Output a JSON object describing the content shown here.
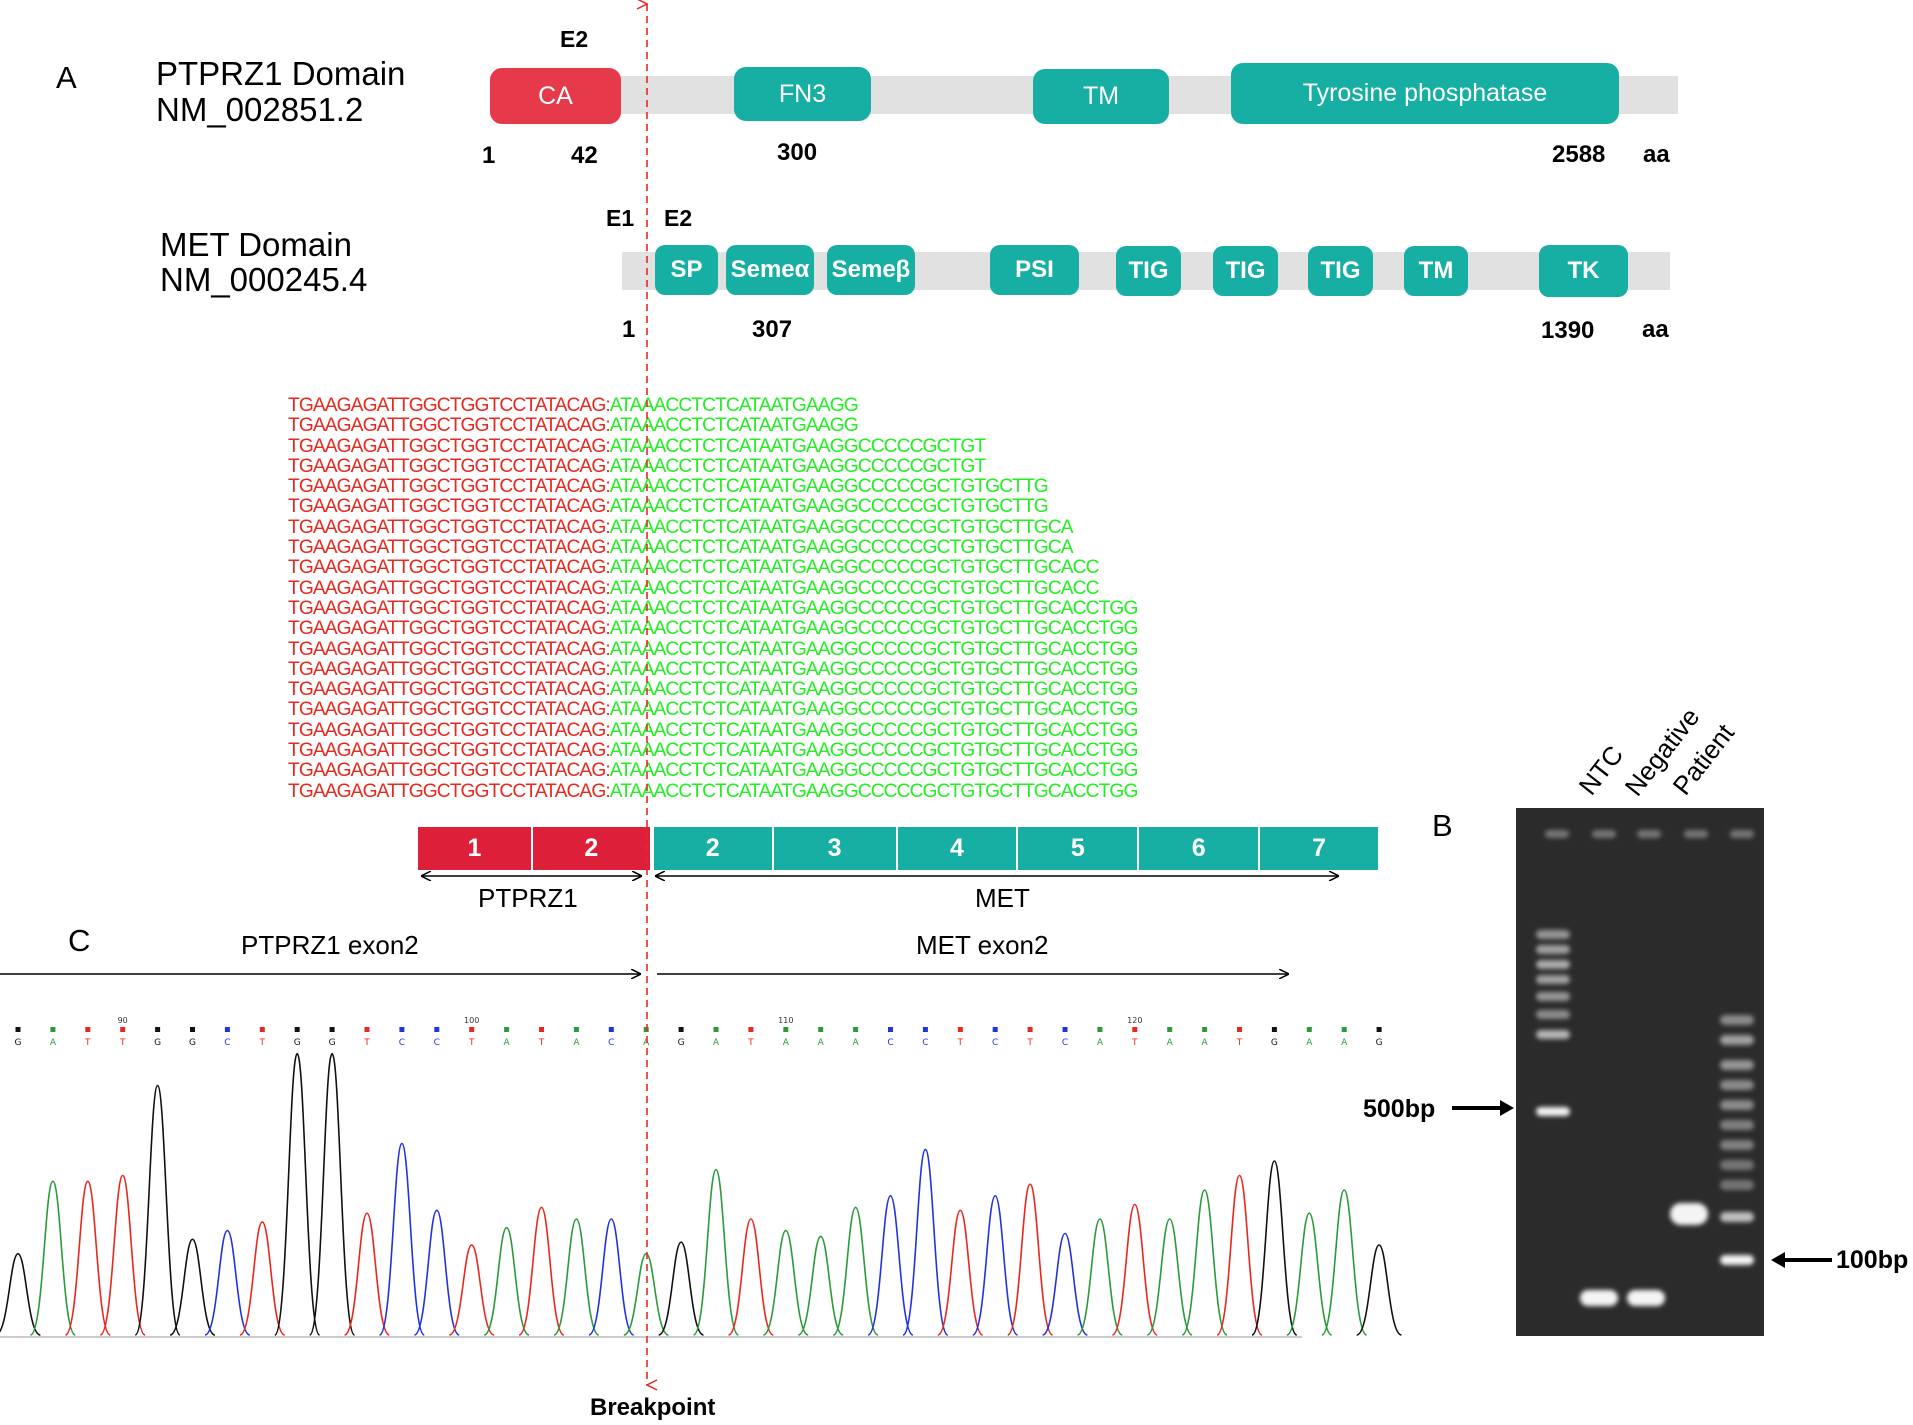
{
  "panel_labels": {
    "a": "A",
    "b": "B",
    "c": "C"
  },
  "ptprz1": {
    "title": "PTPRZ1 Domain",
    "accession": "NM_002851.2",
    "exon_mark": "E2",
    "domains": [
      "CA",
      "FN3",
      "TM",
      "Tyrosine phosphatase"
    ],
    "positions": [
      "1",
      "42",
      "300",
      "2588"
    ],
    "unit": "aa"
  },
  "met": {
    "title": "MET Domain",
    "accession": "NM_000245.4",
    "exon_marks": [
      "E1",
      "E2"
    ],
    "domains": [
      "SP",
      "Semeα",
      "Semeβ",
      "PSI",
      "TIG",
      "TIG",
      "TIG",
      "TM",
      "TK"
    ],
    "positions": [
      "1",
      "307",
      "1390"
    ],
    "unit": "aa"
  },
  "reads": {
    "left": "TGAAGAGATTGGCTGGTCCTATACAG",
    "separator": ":",
    "right": [
      "ATAAACCTCTCATAATGAAGG",
      "ATAAACCTCTCATAATGAAGG",
      "ATAAACCTCTCATAATGAAGGCCCCCGCTGT",
      "ATAAACCTCTCATAATGAAGGCCCCCGCTGT",
      "ATAAACCTCTCATAATGAAGGCCCCCGCTGTGCTTG",
      "ATAAACCTCTCATAATGAAGGCCCCCGCTGTGCTTG",
      "ATAAACCTCTCATAATGAAGGCCCCCGCTGTGCTTGCA",
      "ATAAACCTCTCATAATGAAGGCCCCCGCTGTGCTTGCA",
      "ATAAACCTCTCATAATGAAGGCCCCCGCTGTGCTTGCACC",
      "ATAAACCTCTCATAATGAAGGCCCCCGCTGTGCTTGCACC",
      "ATAAACCTCTCATAATGAAGGCCCCCGCTGTGCTTGCACCTGG",
      "ATAAACCTCTCATAATGAAGGCCCCCGCTGTGCTTGCACCTGG",
      "ATAAACCTCTCATAATGAAGGCCCCCGCTGTGCTTGCACCTGG",
      "ATAAACCTCTCATAATGAAGGCCCCCGCTGTGCTTGCACCTGG",
      "ATAAACCTCTCATAATGAAGGCCCCCGCTGTGCTTGCACCTGG",
      "ATAAACCTCTCATAATGAAGGCCCCCGCTGTGCTTGCACCTGG",
      "ATAAACCTCTCATAATGAAGGCCCCCGCTGTGCTTGCACCTGG",
      "ATAAACCTCTCATAATGAAGGCCCCCGCTGTGCTTGCACCTGG",
      "ATAAACCTCTCATAATGAAGGCCCCCGCTGTGCTTGCACCTGG",
      "ATAAACCTCTCATAATGAAGGCCCCCGCTGTGCTTGCACCTGG"
    ]
  },
  "exon_bar": {
    "ptprz1_exons": [
      "1",
      "2"
    ],
    "met_exons": [
      "2",
      "3",
      "4",
      "5",
      "6",
      "7"
    ],
    "ptprz1_label": "PTPRZ1",
    "met_label": "MET"
  },
  "chromatogram": {
    "left_label": "PTPRZ1 exon2",
    "right_label": "MET exon2",
    "bases": [
      "G",
      "A",
      "T",
      "T",
      "G",
      "G",
      "C",
      "T",
      "G",
      "G",
      "T",
      "C",
      "C",
      "T",
      "A",
      "T",
      "A",
      "C",
      "A",
      "G",
      "A",
      "T",
      "A",
      "A",
      "A",
      "C",
      "C",
      "T",
      "C",
      "T",
      "C",
      "A",
      "T",
      "A",
      "A",
      "T",
      "G",
      "A",
      "A",
      "G"
    ],
    "position_labels": [
      "90",
      "100",
      "110",
      "120"
    ],
    "breakpoint_label": "Breakpoint"
  },
  "gel": {
    "lanes": [
      "NTC",
      "Negative",
      "Patient"
    ],
    "markers": [
      "500bp",
      "100bp"
    ]
  },
  "colors": {
    "ptprz1_red": "#e6394a",
    "met_teal": "#17aea4",
    "track_grey": "#e1e1e1",
    "breakpoint": "#e8281e"
  }
}
